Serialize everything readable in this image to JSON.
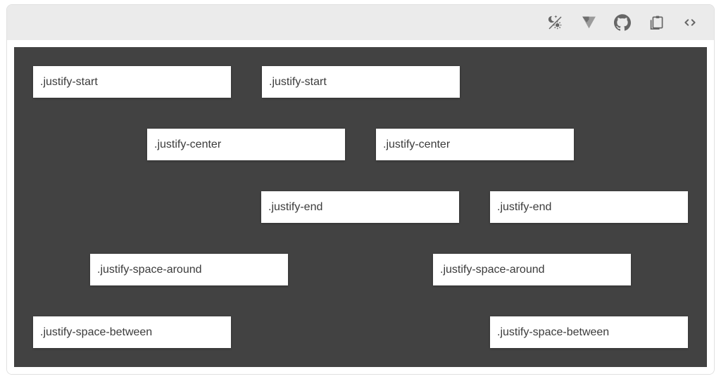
{
  "page": {
    "background": "#ffffff"
  },
  "toolbar": {
    "background": "#ebebeb",
    "icon_color": "#666666",
    "icons": [
      "theme-light-dark-icon",
      "vuetify-logo-icon",
      "github-icon",
      "clipboard-copy-icon",
      "code-tags-icon"
    ]
  },
  "example": {
    "container_color": "#424242",
    "box_color": "#ffffff",
    "box_text_color": "#3b3b3b",
    "rows": [
      {
        "justify": "start",
        "boxes": [
          ".justify-start",
          ".justify-start"
        ]
      },
      {
        "justify": "center",
        "boxes": [
          ".justify-center",
          ".justify-center"
        ]
      },
      {
        "justify": "end",
        "boxes": [
          ".justify-end",
          ".justify-end"
        ]
      },
      {
        "justify": "space-around",
        "boxes": [
          ".justify-space-around",
          ".justify-space-around"
        ]
      },
      {
        "justify": "space-between",
        "boxes": [
          ".justify-space-between",
          ".justify-space-between"
        ]
      }
    ]
  }
}
